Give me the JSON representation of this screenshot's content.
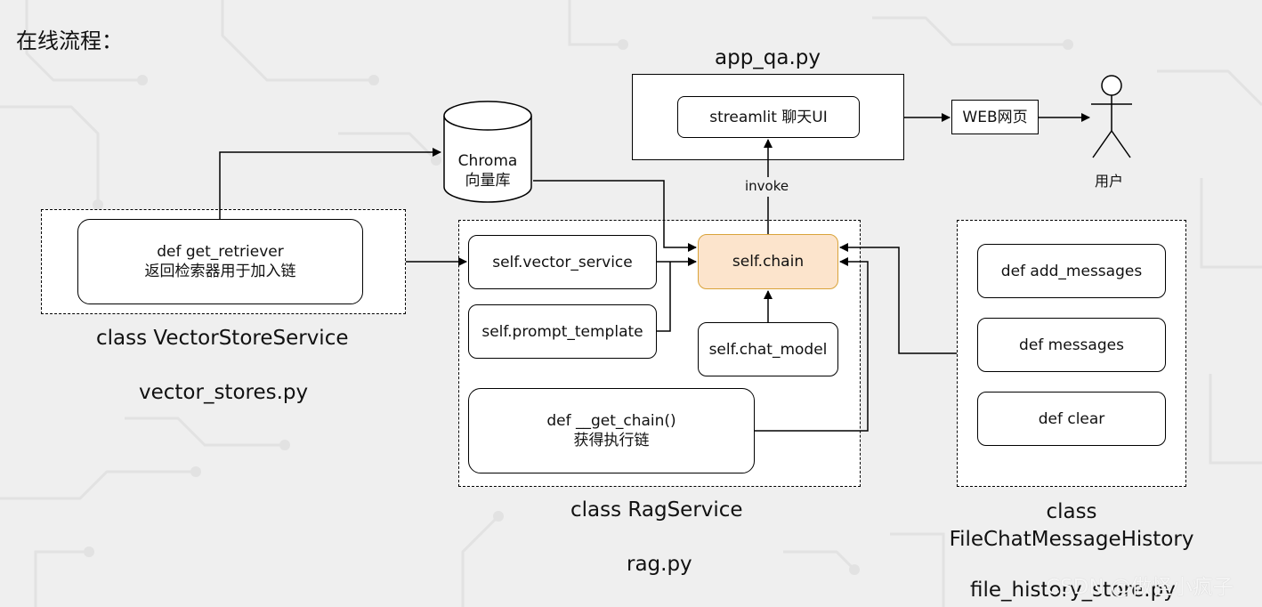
{
  "heading": "在线流程：",
  "app": {
    "filename": "app_qa.py",
    "streamlit_box": "streamlit 聊天UI",
    "web_box": "WEB网页",
    "user_label": "用户",
    "invoke_label": "invoke"
  },
  "chroma": {
    "line1": "Chroma",
    "line2": "向量库"
  },
  "vector_store": {
    "method_line1": "def get_retriever",
    "method_line2": "返回检索器用于加入链",
    "class_label": "class VectorStoreService",
    "filename": "vector_stores.py"
  },
  "rag": {
    "vector_service": "self.vector_service",
    "prompt_template": "self.prompt_template",
    "chain": "self.chain",
    "chat_model": "self.chat_model",
    "get_chain_line1": "def __get_chain()",
    "get_chain_line2": "获得执行链",
    "class_label": "class RagService",
    "filename": "rag.py"
  },
  "history": {
    "add_messages": "def add_messages",
    "messages": "def messages",
    "clear": "def clear",
    "class_line1": "class",
    "class_line2": "FileChatMessageHistory",
    "filename": "file_history_store.py"
  },
  "watermark": "CSDN @做怪小疯子",
  "colors": {
    "chain_fill": "#fce4cc",
    "chain_border": "#d9a33a"
  }
}
